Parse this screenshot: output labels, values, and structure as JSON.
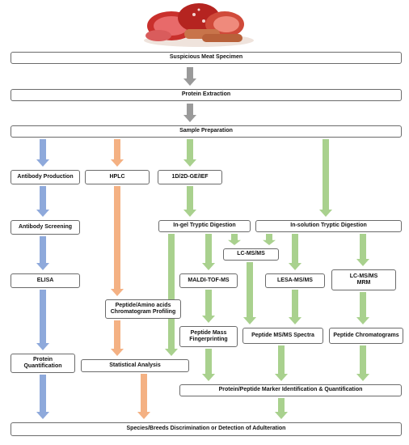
{
  "colors": {
    "gray_arrow": "#9a9a9a",
    "blue_arrow": "#8ea9db",
    "orange_arrow": "#f4b183",
    "green_arrow": "#a9d18e",
    "box_border": "#6b6b6b"
  },
  "header_image": "raw-meat-products",
  "nodes": {
    "specimen": "Suspicious Meat Specimen",
    "extraction": "Protein Extraction",
    "sample_prep": "Sample Preparation",
    "antibody_production": "Antibody Production",
    "hplc": "HPLC",
    "gel": "1D/2D-GE/IEF",
    "antibody_screening": "Antibody Screening",
    "ingel": "In-gel Tryptic Digestion",
    "insolution": "In-solution Tryptic Digestion",
    "lcmsms": "LC-MS/MS",
    "elisa": "ELISA",
    "maldi": "MALDI-TOF-MS",
    "lesa": "LESA-MS/MS",
    "lcmsms_mrm_1": "LC-MS/MS",
    "lcmsms_mrm_2": "MRM",
    "profiling_1": "Peptide/Amino acids",
    "profiling_2": "Chromatogram Profiling",
    "pmf_1": "Peptide Mass",
    "pmf_2": "Fingerprinting",
    "spectra": "Peptide MS/MS Spectra",
    "chromatograms": "Peptide Chromatograms",
    "quant_1": "Protein",
    "quant_2": "Quantification",
    "statistical": "Statistical Analysis",
    "marker": "Protein/Peptide Marker Identification & Quantification",
    "final": "Species/Breeds Discrimination or Detection of Adulteration"
  }
}
